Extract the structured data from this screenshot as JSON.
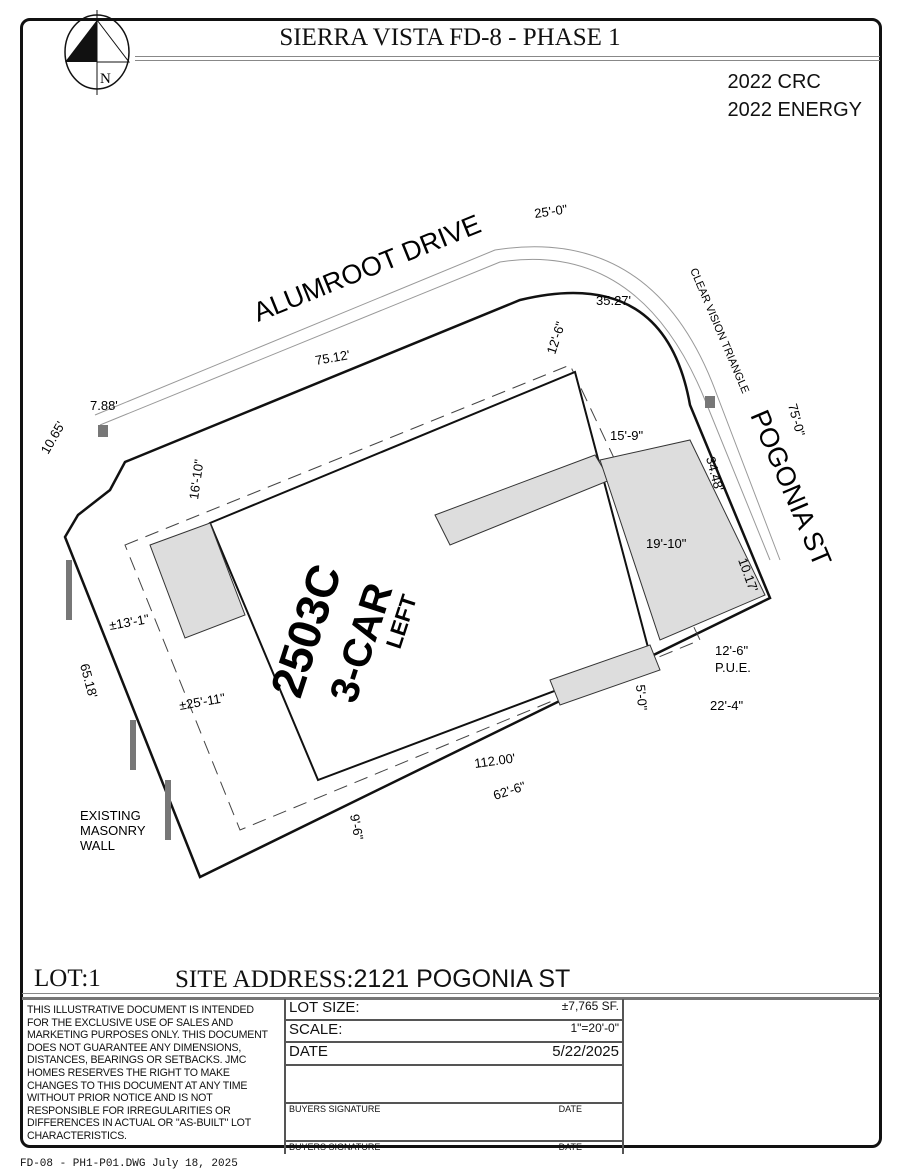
{
  "header": {
    "title": "SIERRA VISTA  FD-8 - PHASE 1",
    "north": "N",
    "codes": [
      "2022 CRC",
      "2022 ENERGY"
    ]
  },
  "plan": {
    "street_top": "ALUMROOT DRIVE",
    "street_right": "POGONIA ST",
    "plan_name": "2503C",
    "garage": "3-CAR",
    "orientation": "LEFT",
    "clear_vision": "CLEAR VISION TRIANGLE",
    "wall": [
      "EXISTING",
      "MASONRY",
      "WALL"
    ],
    "pue": "P.U.E.",
    "dims": {
      "d1": "25'-0\"",
      "d2": "35.27'",
      "d3": "12'-6\"",
      "d4": "75.12'",
      "d5": "7.88'",
      "d6": "10.65'",
      "d7": "16'-10\"",
      "d8": "15'-9\"",
      "d9": "75'-0\"",
      "d10": "34.48'",
      "d11": "19'-10\"",
      "d12": "10.17'",
      "d13": "12'-6\"",
      "d14": "22'-4\"",
      "d15": "5'-0\"",
      "d16": "112.00'",
      "d17": "62'-6\"",
      "d18": "9'-6\"",
      "d19": "±13'-1\"",
      "d20": "±25'-11\"",
      "d21": "65.18'"
    }
  },
  "site": {
    "lot": "LOT:1",
    "address_label": "SITE ADDRESS:",
    "address": "2121  POGONIA  ST"
  },
  "disclaimer": "THIS ILLUSTRATIVE DOCUMENT IS INTENDED FOR THE EXCLUSIVE USE OF SALES AND MARKETING PURPOSES ONLY. THIS DOCUMENT DOES NOT GUARANTEE ANY DIMENSIONS, DISTANCES, BEARINGS OR SETBACKS. JMC HOMES RESERVES THE RIGHT TO MAKE CHANGES TO THIS DOCUMENT AT ANY TIME WITHOUT PRIOR NOTICE AND IS NOT RESPONSIBLE FOR IRREGULARITIES OR DIFFERENCES IN ACTUAL OR \"AS-BUILT\" LOT CHARACTERISTICS.",
  "table": {
    "lot_size_label": "LOT SIZE:",
    "lot_size": "±7,765   SF.",
    "scale_label": "SCALE:",
    "scale": "1\"=20'-0\"",
    "date_label": "DATE",
    "date": "5/22/2025",
    "sig1": "BUYERS SIGNATURE",
    "sig1_date": "DATE",
    "sig2": "BUYERS SIGNATURE",
    "sig2_date": "DATE"
  },
  "footer": "FD-08 - PH1-P01.DWG July 18, 2025"
}
